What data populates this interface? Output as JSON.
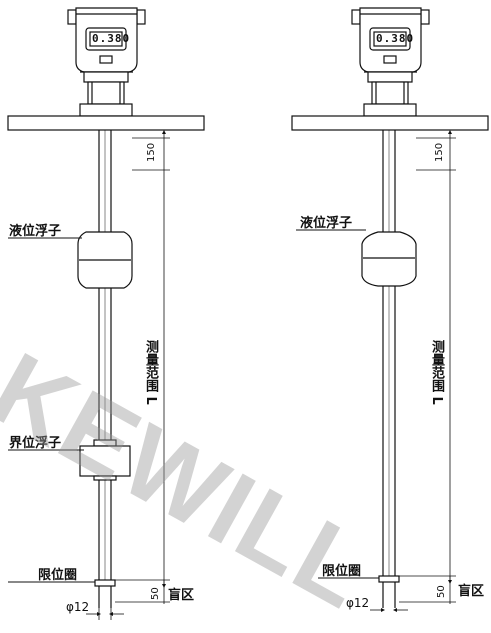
{
  "watermark": "KEWILL",
  "left": {
    "display": "0.380",
    "label_float_liquid": "液位浮子",
    "label_float_interface": "界位浮子",
    "label_stop_ring": "限位圈",
    "label_blind_zone": "盲区",
    "label_range": "测量范围 L",
    "dim_top": "150",
    "dim_bottom": "50",
    "dim_diameter": "φ12"
  },
  "right": {
    "display": "0.380",
    "label_float_liquid": "液位浮子",
    "label_stop_ring": "限位圈",
    "label_blind_zone": "盲区",
    "label_range": "测量范围 L",
    "dim_top": "150",
    "dim_bottom": "50",
    "dim_diameter": "φ12"
  }
}
